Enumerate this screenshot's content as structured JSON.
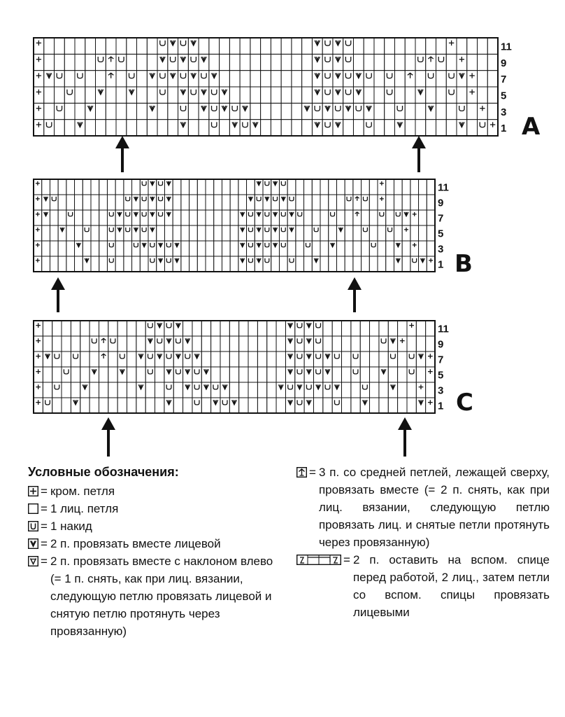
{
  "charts": [
    {
      "letter": "A",
      "row_numbers": [
        "11",
        "9",
        "7",
        "5",
        "3",
        "1"
      ],
      "rows": [
        "+...........OVOV...........VOVO.........+",
        "+.....OAO...VOVOV..........VOVO......OAO.+",
        "+VO.O..A.O.VOVOVOV.........VOVOVO.O.A.O.OV+",
        "+..O..V..V..O.VOVOV........VOVOV..O..V..O.+",
        "+.O..V.....V..O.VOVOV.....VOVOVOV..O..V..O.+",
        "+O..V.........V..O.VOV.....VOV..O..V.....V.O+"
      ]
    },
    {
      "letter": "B",
      "row_numbers": [
        "11",
        "9",
        "7",
        "5",
        "3",
        "1"
      ],
      "rows": [
        "+............OVOV..........VOVO...........+",
        "+VO........OVOVOV.........VOVOVO......OAO.+",
        "+V..O....OVOVOVOV........VOVOVOVO...O..A..O.OV+",
        "+..V..O..OVOVOV..........VOVOVOV..O..V..O..O.+",
        "+....V...O..OVOVOV.......VOVOVO..O..V....O..V.+",
        "+.....V..O....OVOV.......VOVO..O..V.........V.OV+"
      ]
    },
    {
      "letter": "C",
      "row_numbers": [
        "11",
        "9",
        "7",
        "5",
        "3",
        "1"
      ],
      "rows": [
        "+...........OVOV...........VOVO.........+",
        "+.....OAO...VOVOV..........VOVO......OV+",
        "+VO.O..A.O.VOVOVOV.........VOVOVO.O...O.OV+",
        "+..O..V..V..O.VOVOV........VOVOV..O..V..O.+",
        "+.O..V.....V..O.VOVOV.....VOVOVOV..O..V..+",
        "+O..V.........V..O.VOV.....VOV..O..V.....V+"
      ]
    }
  ],
  "legend": {
    "title": "Условные обозначения:",
    "items": [
      {
        "icon": "edge-stitch-icon",
        "equals": "=",
        "text": "кром. петля"
      },
      {
        "icon": "knit-stitch-icon",
        "equals": "=",
        "text": "1 лиц. петля"
      },
      {
        "icon": "yarn-over-icon",
        "equals": "=",
        "text": "1 накид"
      },
      {
        "icon": "k2tog-icon",
        "equals": "=",
        "text": "2 п. провязать вместе лицевой"
      },
      {
        "icon": "ssk-icon",
        "equals": "=",
        "text": "2 п. провязать вместе с наклоном влево (= 1 п. снять, как при лиц. вязании, следующую петлю провязать лицевой и снятую петлю протянуть через провязанную)"
      }
    ],
    "right_items": [
      {
        "icon": "s2kp-icon",
        "equals": "=",
        "text": "3 п. со средней петлей, лежащей сверху, провязать вместе (= 2 п. снять, как при лиц. вязании, следующую петлю провязать лиц. и снятые петли протянуть через провязанную)"
      },
      {
        "icon": "cable-2-2-icon",
        "equals": "=",
        "text": "2 п. оставить на вспом. спице перед работой, 2 лиц., затем петли со вспом. спицы провязать лицевыми"
      }
    ]
  }
}
